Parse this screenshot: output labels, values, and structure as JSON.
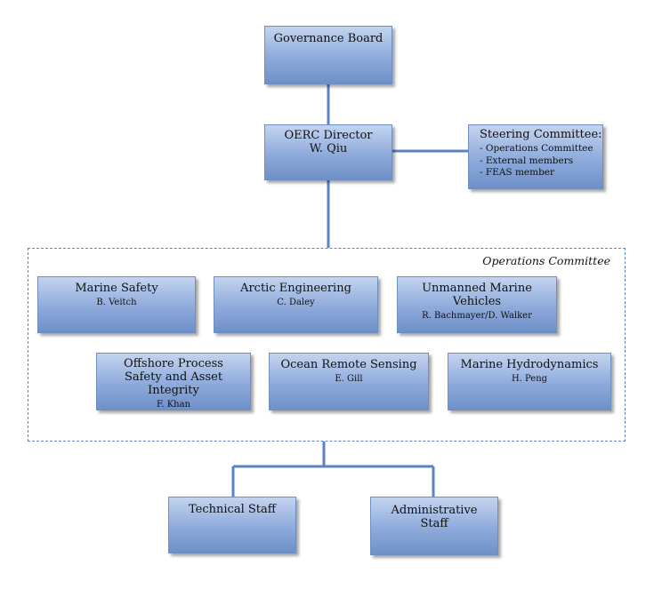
{
  "nodes": {
    "governance": {
      "title": "Governance Board"
    },
    "director": {
      "title": "OERC Director",
      "subtitle": "W. Qiu"
    },
    "steering": {
      "title": "Steering Committee:",
      "items": [
        "- Operations Committee",
        "- External members",
        "- FEAS member"
      ]
    },
    "operations": {
      "label": "Operations Committee",
      "units": [
        {
          "title": "Marine Safety",
          "lead": "B. Veitch"
        },
        {
          "title": "Arctic Engineering",
          "lead": "C. Daley"
        },
        {
          "title": "Unmanned Marine Vehicles",
          "lead": "R. Bachmayer/D. Walker"
        },
        {
          "title": "Offshore Process Safety and Asset Integrity",
          "lead": "F. Khan"
        },
        {
          "title": "Ocean Remote Sensing",
          "lead": "E. Gill"
        },
        {
          "title": "Marine Hydrodynamics",
          "lead": "H. Peng"
        }
      ]
    },
    "technical": {
      "title": "Technical Staff"
    },
    "administrative": {
      "title": "Administrative Staff"
    }
  },
  "colors": {
    "box_top": "#c3d4ef",
    "box_bottom": "#6e90c8",
    "connector": "#5b83c4"
  }
}
